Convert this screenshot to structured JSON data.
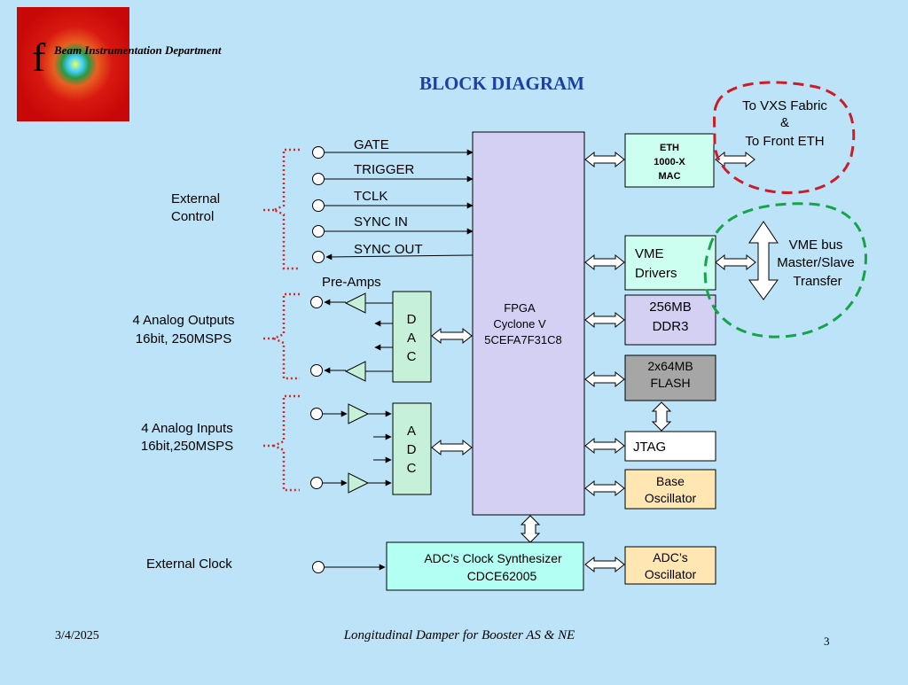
{
  "header": {
    "department": "Beam Instrumentation Department",
    "logo_letter": "f",
    "title": "BLOCK DIAGRAM"
  },
  "footer": {
    "date": "3/4/2025",
    "subtitle": "Longitudinal Damper for Booster  AS & NE",
    "page_number": "3"
  },
  "signals": {
    "gate": "GATE",
    "trigger": "TRIGGER",
    "tclk": "TCLK",
    "sync_in": "SYNC IN",
    "sync_out": "SYNC OUT"
  },
  "labels": {
    "external_control": [
      "External",
      "Control"
    ],
    "pre_amps": "Pre-Amps",
    "analog_outputs": [
      "4 Analog Outputs",
      "16bit, 250MSPS"
    ],
    "analog_inputs": [
      "4 Analog Inputs",
      "16bit,250MSPS"
    ],
    "external_clock": "External  Clock",
    "vxs_note": [
      "To VXS Fabric",
      "&",
      "To Front ETH"
    ],
    "vme_note": [
      "VME bus",
      "Master/Slave",
      "Transfer"
    ]
  },
  "blocks": {
    "fpga": [
      "FPGA",
      "Cyclone V",
      "5CEFA7F31C8"
    ],
    "dac": [
      "D",
      "A",
      "C"
    ],
    "adc": [
      "A",
      "D",
      "C"
    ],
    "eth": [
      "ETH",
      "1000-X",
      "MAC"
    ],
    "vme": [
      "VME",
      "Drivers"
    ],
    "ddr3": [
      "256MB",
      "DDR3"
    ],
    "flash": [
      "2x64MB",
      "FLASH"
    ],
    "jtag": "JTAG",
    "base_osc": [
      "Base",
      "Oscillator"
    ],
    "clock_synth": [
      "ADC’s Clock Synthesizer",
      "CDCE62005"
    ],
    "adc_osc": [
      "ADC’s",
      "Oscillator"
    ]
  },
  "colors": {
    "background": "#bde3f8",
    "fpga_fill": "#d3d0f3",
    "green_fill": "#c7f0d8",
    "mint_fill": "#ccfff0",
    "lavender_fill": "#d3d0f3",
    "gray_fill": "#a6a6a6",
    "white_fill": "#ffffff",
    "peach_fill": "#ffe6b3",
    "cyan_fill": "#b4fff3",
    "title_blue": "#1a3fa8",
    "red_bracket": "#d62828",
    "red_circle": "#cc1c2a",
    "green_circle": "#16a34a"
  }
}
